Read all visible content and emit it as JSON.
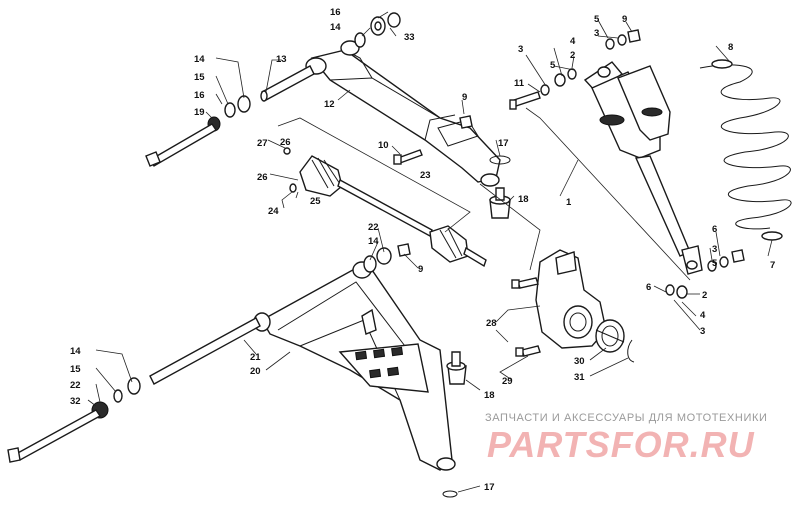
{
  "watermark": {
    "caption": "ЗАПЧАСТИ И АКСЕССУАРЫ ДЛЯ МОТОТЕХНИКИ",
    "logo": "PARTSFOR.RU"
  },
  "callouts": {
    "c1": "1",
    "c2a": "2",
    "c2b": "2",
    "c3a": "3",
    "c3b": "3",
    "c3c": "3",
    "c3d": "3",
    "c4a": "4",
    "c4b": "4",
    "c5a": "5",
    "c5b": "5",
    "c5c": "5",
    "c6a": "6",
    "c6b": "6",
    "c7": "7",
    "c8": "8",
    "c9a": "9",
    "c9b": "9",
    "c9c": "9",
    "c10": "10",
    "c11": "11",
    "c12": "12",
    "c13": "13",
    "c14a": "14",
    "c14b": "14",
    "c14c": "14",
    "c14d": "14",
    "c15a": "15",
    "c15b": "15",
    "c16a": "16",
    "c16b": "16",
    "c17a": "17",
    "c17b": "17",
    "c18a": "18",
    "c18b": "18",
    "c19": "19",
    "c20": "20",
    "c21": "21",
    "c22a": "22",
    "c22b": "22",
    "c23": "23",
    "c24": "24",
    "c25": "25",
    "c26a": "26",
    "c26b": "26",
    "c27": "27",
    "c28": "28",
    "c29": "29",
    "c30": "30",
    "c31": "31",
    "c32": "32",
    "c33": "33"
  }
}
